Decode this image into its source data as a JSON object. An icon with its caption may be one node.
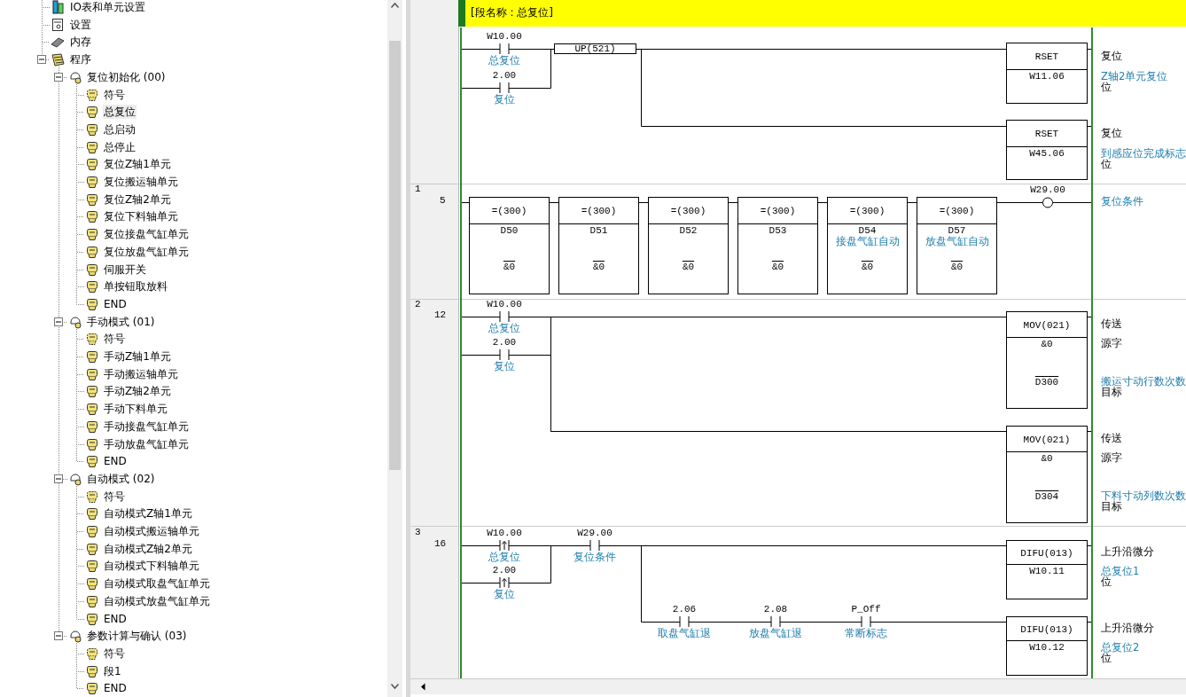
{
  "diagram": {
    "nodes": [
      {
        "text": [
          "IO表和单元设置"
        ]
      },
      {
        "text": [
          "设置"
        ]
      },
      {
        "text": [
          "内存"
        ]
      },
      {
        "text": [
          "程序"
        ]
      },
      {
        "text": [
          "复位初始化 (00)"
        ]
      },
      {
        "text": [
          "符号"
        ]
      },
      {
        "text": [
          "总复位"
        ]
      },
      {
        "text": [
          "总启动"
        ]
      },
      {
        "text": [
          "总停止"
        ]
      },
      {
        "text": [
          "复位Z轴1单元"
        ]
      },
      {
        "text": [
          "复位搬运轴单元"
        ]
      },
      {
        "text": [
          "复位Z轴2单元"
        ]
      },
      {
        "text": [
          "复位下料轴单元"
        ]
      },
      {
        "text": [
          "复位接盘气缸单元"
        ]
      },
      {
        "text": [
          "复位放盘气缸单元"
        ]
      },
      {
        "text": [
          "伺服开关"
        ]
      },
      {
        "text": [
          "单按钮取放料"
        ]
      },
      {
        "text": [
          "END"
        ]
      },
      {
        "text": [
          "手动模式 (01)"
        ]
      },
      {
        "text": [
          "符号"
        ]
      },
      {
        "text": [
          "手动Z轴1单元"
        ]
      },
      {
        "text": [
          "手动搬运轴单元"
        ]
      },
      {
        "text": [
          "手动Z轴2单元"
        ]
      },
      {
        "text": [
          "手动下料单元"
        ]
      },
      {
        "text": [
          "手动接盘气缸单元"
        ]
      },
      {
        "text": [
          "手动放盘气缸单元"
        ]
      },
      {
        "text": [
          "END"
        ]
      },
      {
        "text": [
          "自动模式 (02)"
        ]
      },
      {
        "text": [
          "符号"
        ]
      },
      {
        "text": [
          "自动模式Z轴1单元"
        ]
      },
      {
        "text": [
          "自动模式搬运轴单元"
        ]
      },
      {
        "text": [
          "自动模式Z轴2单元"
        ]
      },
      {
        "text": [
          "自动模式下料轴单元"
        ]
      },
      {
        "text": [
          "自动模式取盘气缸单元"
        ]
      },
      {
        "text": [
          "自动模式放盘气缸单元"
        ]
      },
      {
        "text": [
          "END"
        ]
      },
      {
        "text": [
          "参数计算与确认 (03)"
        ]
      },
      {
        "text": [
          "符号"
        ]
      },
      {
        "text": [
          "段1"
        ]
      },
      {
        "text": [
          "END"
        ]
      },
      {
        "text": [
          "[段名称 : 总复位]"
        ]
      },
      {
        "text": [
          "W10.00",
          "总复位"
        ]
      },
      {
        "text": [
          "2.00",
          "复位"
        ]
      },
      {
        "text": [
          "UP(521)"
        ]
      },
      {
        "text": [
          "RSET",
          "W11.06"
        ],
        "beside": [
          "复位",
          "Z轴2单元复位",
          "位"
        ]
      },
      {
        "text": [
          "RSET",
          "W45.06"
        ],
        "beside": [
          "复位",
          "到感应位完成标志",
          "位"
        ]
      },
      {
        "text": [
          "=(300)",
          "D50",
          "&0"
        ]
      },
      {
        "text": [
          "=(300)",
          "D51",
          "&0"
        ]
      },
      {
        "text": [
          "=(300)",
          "D52",
          "&0"
        ]
      },
      {
        "text": [
          "=(300)",
          "D53",
          "&0"
        ]
      },
      {
        "text": [
          "=(300)",
          "D54",
          "接盘气缸自动",
          "&0"
        ]
      },
      {
        "text": [
          "=(300)",
          "D57",
          "放盘气缸自动",
          "&0"
        ]
      },
      {
        "text": [
          "W29.00"
        ]
      },
      {
        "text": [
          "W10.00",
          "总复位"
        ]
      },
      {
        "text": [
          "2.00",
          "复位"
        ]
      },
      {
        "text": [
          "MOV(021)",
          "&0",
          "D300"
        ],
        "beside": [
          "传送",
          "源字",
          "搬运寸动行数次数",
          "目标"
        ]
      },
      {
        "text": [
          "MOV(021)",
          "&0",
          "D304"
        ],
        "beside": [
          "传送",
          "源字",
          "下料寸动列数次数",
          "目标"
        ]
      },
      {
        "text": [
          "W10.00",
          "总复位"
        ]
      },
      {
        "text": [
          "2.00",
          "复位"
        ]
      },
      {
        "text": [
          "W29.00",
          "复位条件"
        ]
      },
      {
        "text": [
          "DIFU(013)",
          "W10.11"
        ],
        "beside": [
          "上升沿微分",
          "总复位1",
          "位"
        ]
      },
      {
        "text": [
          "2.06",
          "取盘气缸退"
        ]
      },
      {
        "text": [
          "2.08",
          "放盘气缸退"
        ]
      },
      {
        "text": [
          "P_Off",
          "常断标志"
        ]
      },
      {
        "text": [
          "DIFU(013)",
          "W10.12"
        ],
        "beside": [
          "上升沿微分",
          "总复位2",
          "位"
        ]
      },
      {
        "text": [],
        "shape": "bar"
      },
      {
        "text": [],
        "shape": "bar"
      }
    ],
    "edges": [
      {
        "from": 65,
        "to": 41,
        "arrow": "none",
        "color": "#000000"
      },
      {
        "from": 65,
        "to": 42,
        "arrow": "none",
        "color": "#000000"
      },
      {
        "from": 41,
        "to": 43,
        "arrow": "none",
        "color": "#000000"
      },
      {
        "from": 42,
        "to": 43,
        "arrow": "none",
        "color": "#000000"
      },
      {
        "from": 43,
        "to": 44,
        "arrow": "none",
        "color": "#000000"
      },
      {
        "from": 43,
        "to": 45,
        "arrow": "none",
        "color": "#000000"
      },
      {
        "from": 44,
        "to": 66,
        "arrow": "none",
        "color": "#000000"
      },
      {
        "from": 45,
        "to": 66,
        "arrow": "none",
        "color": "#000000"
      },
      {
        "from": 65,
        "to": 46,
        "arrow": "none",
        "color": "#000000"
      },
      {
        "from": 46,
        "to": 47,
        "arrow": "none",
        "color": "#000000"
      },
      {
        "from": 47,
        "to": 48,
        "arrow": "none",
        "color": "#000000"
      },
      {
        "from": 48,
        "to": 49,
        "arrow": "none",
        "color": "#000000"
      },
      {
        "from": 49,
        "to": 50,
        "arrow": "none",
        "color": "#000000"
      },
      {
        "from": 50,
        "to": 51,
        "arrow": "none",
        "color": "#000000"
      },
      {
        "from": 51,
        "to": 52,
        "arrow": "none",
        "color": "#000000"
      },
      {
        "from": 52,
        "to": 66,
        "arrow": "none",
        "color": "#000000"
      },
      {
        "from": 65,
        "to": 53,
        "arrow": "none",
        "color": "#000000"
      },
      {
        "from": 65,
        "to": 54,
        "arrow": "none",
        "color": "#000000"
      },
      {
        "from": 53,
        "to": 55,
        "arrow": "none",
        "color": "#000000"
      },
      {
        "from": 54,
        "to": 55,
        "arrow": "none",
        "color": "#000000"
      },
      {
        "from": 53,
        "to": 56,
        "arrow": "none",
        "color": "#000000"
      },
      {
        "from": 54,
        "to": 56,
        "arrow": "none",
        "color": "#000000"
      },
      {
        "from": 55,
        "to": 66,
        "arrow": "none",
        "color": "#000000"
      },
      {
        "from": 56,
        "to": 66,
        "arrow": "none",
        "color": "#000000"
      },
      {
        "from": 65,
        "to": 57,
        "arrow": "none",
        "color": "#000000"
      },
      {
        "from": 65,
        "to": 58,
        "arrow": "none",
        "color": "#000000"
      },
      {
        "from": 57,
        "to": 59,
        "arrow": "none",
        "color": "#000000"
      },
      {
        "from": 58,
        "to": 59,
        "arrow": "none",
        "color": "#000000"
      },
      {
        "from": 59,
        "to": 60,
        "arrow": "none",
        "color": "#000000"
      },
      {
        "from": 59,
        "to": 61,
        "arrow": "none",
        "color": "#000000"
      },
      {
        "from": 61,
        "to": 62,
        "arrow": "none",
        "color": "#000000"
      },
      {
        "from": 62,
        "to": 63,
        "arrow": "none",
        "color": "#000000"
      },
      {
        "from": 63,
        "to": 64,
        "arrow": "none",
        "color": "#000000"
      },
      {
        "from": 60,
        "to": 66,
        "arrow": "none",
        "color": "#000000"
      },
      {
        "from": 64,
        "to": 66,
        "arrow": "none",
        "color": "#000000"
      },
      {
        "from": null,
        "to": 0,
        "arrow": "none",
        "style": "dashed"
      },
      {
        "from": 0,
        "to": 1,
        "arrow": "none",
        "style": "dashed"
      },
      {
        "from": 0,
        "to": 2,
        "arrow": "none",
        "style": "dashed"
      },
      {
        "from": 0,
        "to": 3,
        "arrow": "none",
        "style": "dashed"
      },
      {
        "from": 3,
        "to": 4,
        "arrow": "none",
        "style": "dashed"
      },
      {
        "from": 4,
        "to": 5,
        "arrow": "none",
        "style": "dashed"
      },
      {
        "from": 4,
        "to": 6,
        "arrow": "none",
        "style": "dashed"
      },
      {
        "from": 4,
        "to": 7,
        "arrow": "none",
        "style": "dashed"
      },
      {
        "from": 4,
        "to": 8,
        "arrow": "none",
        "style": "dashed"
      },
      {
        "from": 4,
        "to": 9,
        "arrow": "none",
        "style": "dashed"
      },
      {
        "from": 4,
        "to": 10,
        "arrow": "none",
        "style": "dashed"
      },
      {
        "from": 4,
        "to": 11,
        "arrow": "none",
        "style": "dashed"
      },
      {
        "from": 4,
        "to": 12,
        "arrow": "none",
        "style": "dashed"
      },
      {
        "from": 4,
        "to": 13,
        "arrow": "none",
        "style": "dashed"
      },
      {
        "from": 4,
        "to": 14,
        "arrow": "none",
        "style": "dashed"
      },
      {
        "from": 4,
        "to": 15,
        "arrow": "none",
        "style": "dashed"
      },
      {
        "from": 4,
        "to": 16,
        "arrow": "none",
        "style": "dashed"
      },
      {
        "from": 4,
        "to": 17,
        "arrow": "none",
        "style": "dashed"
      },
      {
        "from": 3,
        "to": 18,
        "arrow": "none",
        "style": "dashed"
      },
      {
        "from": 18,
        "to": 19,
        "arrow": "none",
        "style": "dashed"
      },
      {
        "from": 18,
        "to": 20,
        "arrow": "none",
        "style": "dashed"
      },
      {
        "from": 18,
        "to": 21,
        "arrow": "none",
        "style": "dashed"
      },
      {
        "from": 18,
        "to": 22,
        "arrow": "none",
        "style": "dashed"
      },
      {
        "from": 18,
        "to": 23,
        "arrow": "none",
        "style": "dashed"
      },
      {
        "from": 18,
        "to": 24,
        "arrow": "none",
        "style": "dashed"
      },
      {
        "from": 18,
        "to": 25,
        "arrow": "none",
        "style": "dashed"
      },
      {
        "from": 18,
        "to": 26,
        "arrow": "none",
        "style": "dashed"
      },
      {
        "from": 3,
        "to": 27,
        "arrow": "none",
        "style": "dashed"
      },
      {
        "from": 27,
        "to": 28,
        "arrow": "none",
        "style": "dashed"
      },
      {
        "from": 27,
        "to": 29,
        "arrow": "none",
        "style": "dashed"
      },
      {
        "from": 27,
        "to": 30,
        "arrow": "none",
        "style": "dashed"
      },
      {
        "from": 27,
        "to": 31,
        "arrow": "none",
        "style": "dashed"
      },
      {
        "from": 27,
        "to": 32,
        "arrow": "none",
        "style": "dashed"
      },
      {
        "from": 27,
        "to": 33,
        "arrow": "none",
        "style": "dashed"
      },
      {
        "from": 27,
        "to": 34,
        "arrow": "none",
        "style": "dashed"
      },
      {
        "from": 27,
        "to": 35,
        "arrow": "none",
        "style": "dashed"
      },
      {
        "from": 3,
        "to": 36,
        "arrow": "none",
        "style": "dashed"
      },
      {
        "from": 36,
        "to": 37,
        "arrow": "none",
        "style": "dashed"
      },
      {
        "from": 36,
        "to": 38,
        "arrow": "none",
        "style": "dashed"
      },
      {
        "from": 36,
        "to": 39,
        "arrow": "none",
        "style": "dashed"
      }
    ],
    "labels": [
      "1",
      "5",
      "复位条件",
      "2",
      "12",
      "3",
      "16"
    ]
  }
}
